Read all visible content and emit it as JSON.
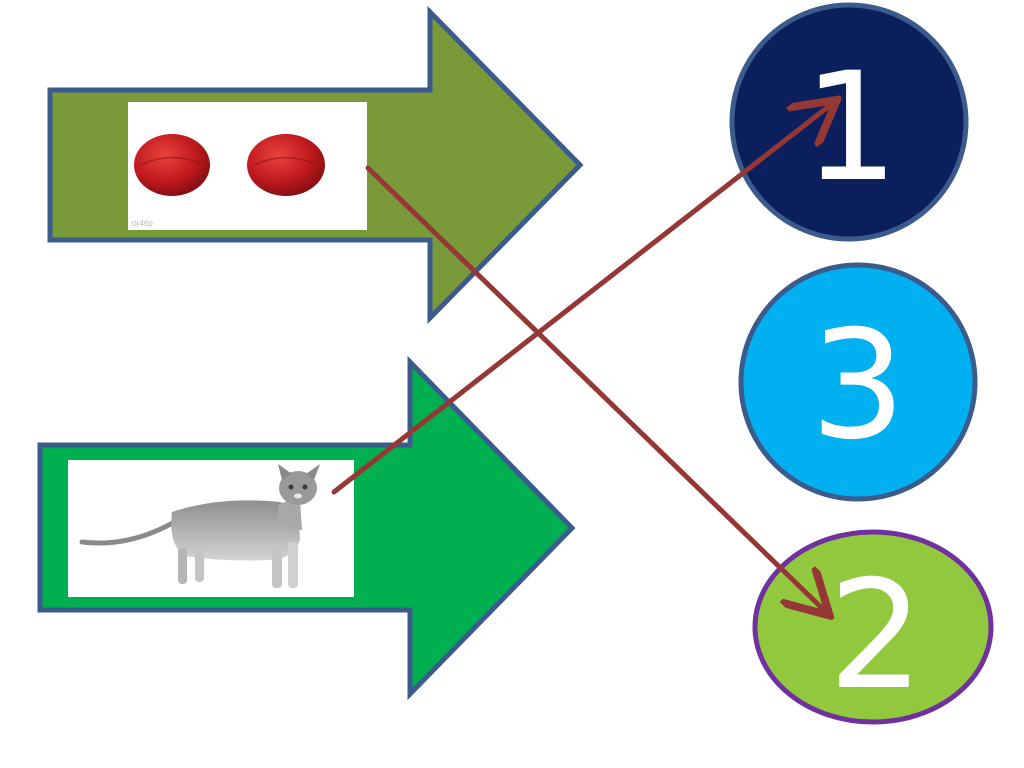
{
  "colors": {
    "upper_arrow_fill": "#7A9A3A",
    "lower_arrow_fill": "#00B050",
    "arrow_outline": "#3B5B8C",
    "connector_line": "#953735",
    "circle_1_fill": "#0B1F5C",
    "circle_1_outline": "#3B5B8C",
    "circle_3_fill": "#00B0F0",
    "circle_3_outline": "#3B5B8C",
    "circle_2_fill": "#92C83E",
    "circle_2_outline": "#7030A0",
    "number_text": "#FFFFFF",
    "ball_color": "#C0191E",
    "cat_color": "#9A9A9A"
  },
  "numbers": {
    "one": "1",
    "three": "3",
    "two": "2"
  },
  "images": {
    "balls_watermark": "clr46p",
    "balls_icon": "rugby-balls-icon",
    "cat_icon": "cat-icon"
  },
  "matches": [
    {
      "from": "two-balls-picture",
      "to": "number-two"
    },
    {
      "from": "cat-picture",
      "to": "number-one"
    }
  ]
}
